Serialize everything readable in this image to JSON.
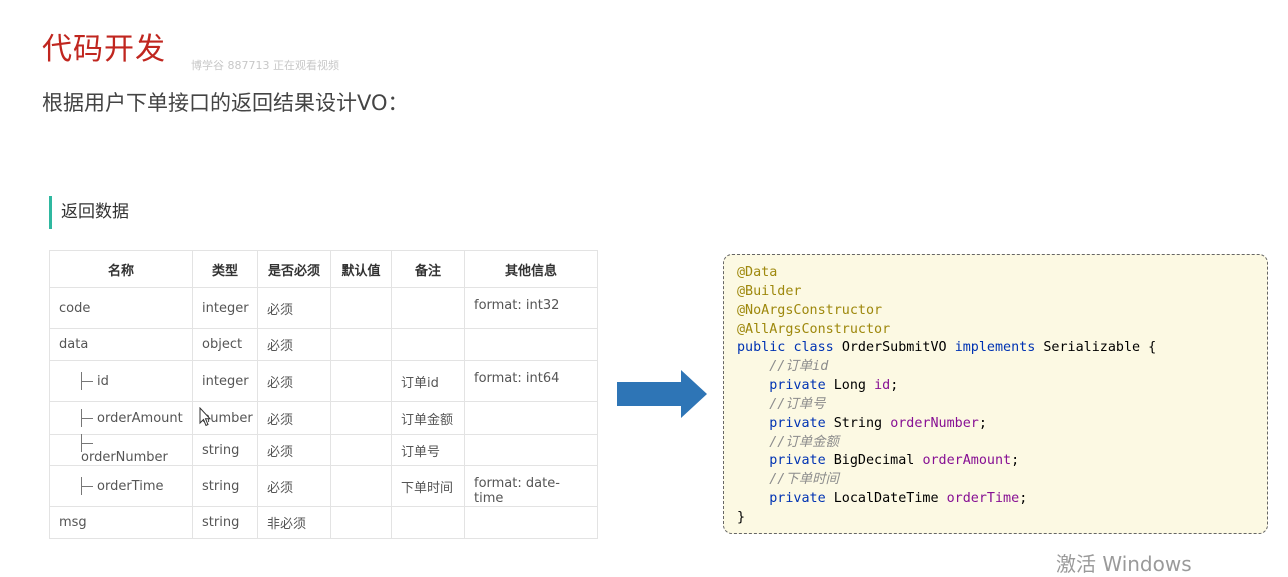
{
  "header": {
    "title": "代码开发",
    "watermark": "博学谷 887713 正在观看视频",
    "subtitle": "根据用户下单接口的返回结果设计VO："
  },
  "section": {
    "title": "返回数据"
  },
  "table": {
    "headers": [
      "名称",
      "类型",
      "是否必须",
      "默认值",
      "备注",
      "其他信息"
    ],
    "rows": [
      {
        "name": "code",
        "indent": false,
        "type": "integer",
        "required": "必须",
        "default": "",
        "note": "",
        "info": "format: int32"
      },
      {
        "name": "data",
        "indent": false,
        "type": "object",
        "required": "必须",
        "default": "",
        "note": "",
        "info": ""
      },
      {
        "name": "id",
        "indent": true,
        "type": "integer",
        "required": "必须",
        "default": "",
        "note": "订单id",
        "info": "format: int64"
      },
      {
        "name": "orderAmount",
        "indent": true,
        "type": "number",
        "required": "必须",
        "default": "",
        "note": "订单金额",
        "info": ""
      },
      {
        "name": "orderNumber",
        "indent": true,
        "type": "string",
        "required": "必须",
        "default": "",
        "note": "订单号",
        "info": ""
      },
      {
        "name": "orderTime",
        "indent": true,
        "type": "string",
        "required": "必须",
        "default": "",
        "note": "下单时间",
        "info": "format: date-time"
      },
      {
        "name": "msg",
        "indent": false,
        "type": "string",
        "required": "非必须",
        "default": "",
        "note": "",
        "info": ""
      }
    ]
  },
  "code": {
    "a1": "@Data",
    "a2": "@Builder",
    "a3": "@NoArgsConstructor",
    "a4": "@AllArgsConstructor",
    "cls_public": "public",
    "cls_class": "class",
    "cls_name": "OrderSubmitVO",
    "cls_implements": "implements",
    "cls_iface": "Serializable {",
    "c1": "//订单id",
    "f1_mod": "private",
    "f1_type": "Long",
    "f1_name": "id",
    "c2": "//订单号",
    "f2_mod": "private",
    "f2_type": "String",
    "f2_name": "orderNumber",
    "c3": "//订单金额",
    "f3_mod": "private",
    "f3_type": "BigDecimal",
    "f3_name": "orderAmount",
    "c4": "//下单时间",
    "f4_mod": "private",
    "f4_type": "LocalDateTime",
    "f4_name": "orderTime",
    "close": "}"
  },
  "os_notice": "激活 Windows",
  "colors": {
    "title": "#c0261f",
    "section_accent": "#2fb8a0",
    "arrow": "#2e75b6",
    "code_bg": "#fcf9e3"
  }
}
